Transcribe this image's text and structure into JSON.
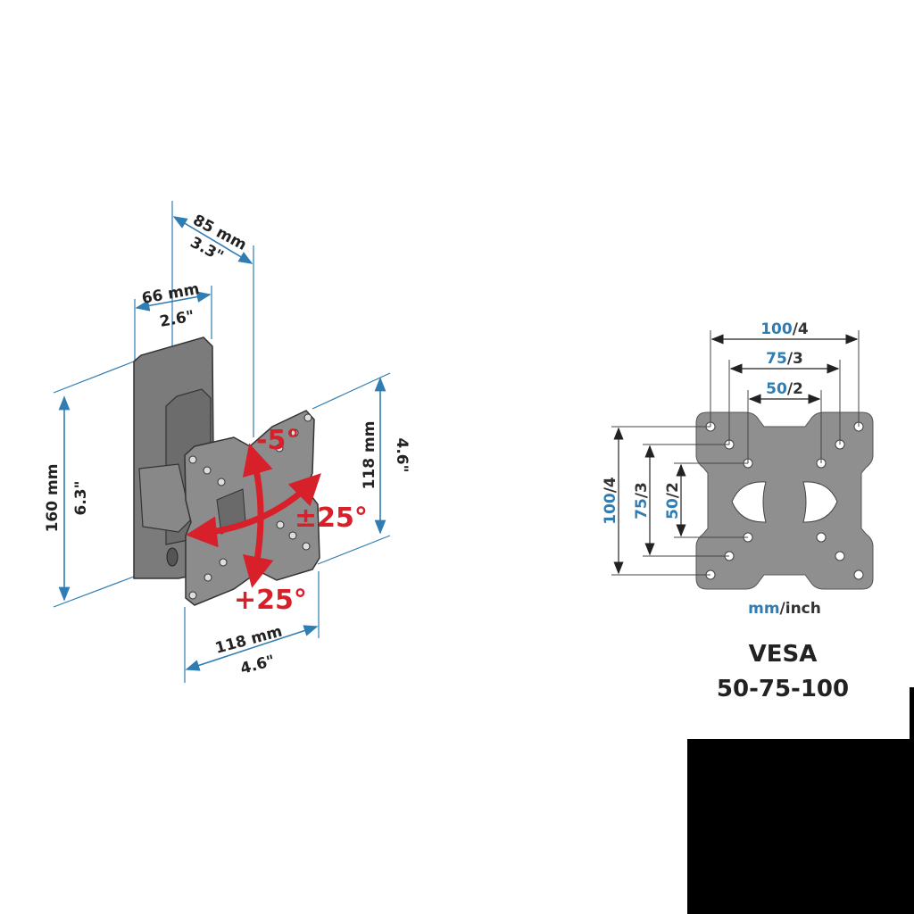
{
  "mount": {
    "depth_max_mm": "85 mm",
    "depth_max_in": "3.3\"",
    "depth_min_mm": "66 mm",
    "depth_min_in": "2.6\"",
    "height_mm": "160 mm",
    "height_in": "6.3\"",
    "plate_height_mm": "118 mm",
    "plate_height_in": "4.6\"",
    "plate_width_mm": "118 mm",
    "plate_width_in": "4.6\"",
    "tilt_up": "-5°",
    "tilt_down": "+25°",
    "swivel": "±25°"
  },
  "vesa": {
    "h100_mm": "100",
    "h100_in": "/4",
    "h75_mm": "75",
    "h75_in": "/3",
    "h50_mm": "50",
    "h50_in": "/2",
    "v100_mm": "100",
    "v100_in": "/4",
    "v75_mm": "75",
    "v75_in": "/3",
    "v50_mm": "50",
    "v50_in": "/2",
    "unit_mm": "mm",
    "unit_in": "/inch",
    "title": "VESA",
    "sizes": "50-75-100"
  },
  "colors": {
    "dimension": "#2f7db3",
    "angle": "#d8202a",
    "plate": "#8f8f8f"
  }
}
